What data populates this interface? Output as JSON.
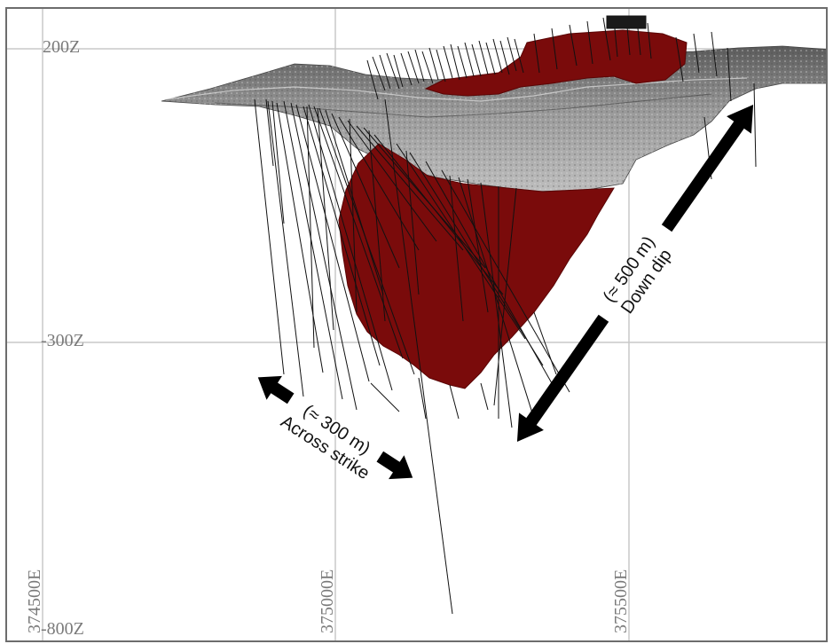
{
  "grid_labels": {
    "z_top": "200Z",
    "z_mid": "-300Z",
    "z_bottom": "-800Z",
    "e_left": "374500E",
    "e_mid": "375000E",
    "e_right": "375500E"
  },
  "annotations": {
    "across_distance": "(≈ 300 m)",
    "across_label": "Across strike",
    "down_distance": "(≈ 500 m)",
    "down_label": "Down dip"
  },
  "colors": {
    "orebody": "#7a0b0b",
    "surface": "#8c8c8c",
    "grid": "#c8c8c8",
    "drillholes": "#111111",
    "arrows": "#000000"
  }
}
